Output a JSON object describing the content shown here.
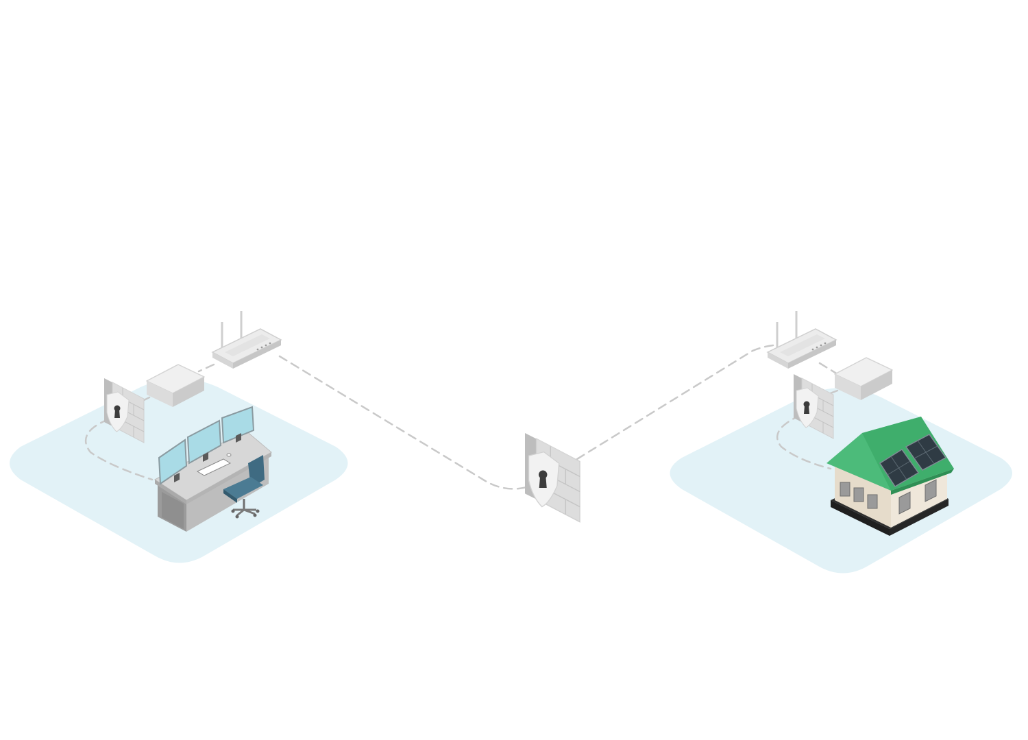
{
  "colors": {
    "background": "#ffffff",
    "platform": "#e2f2f7",
    "connection_line": "#c9c9c9",
    "device_body": "#e9e9e9",
    "device_edge": "#cfcfcf",
    "brick": "#d9d9d9",
    "shield": "#eeeeee",
    "keyhole": "#3c3c3c",
    "roof": "#4cbb7a",
    "solar_panel": "#2f3b44",
    "house_wall": "#ece4d6",
    "chair": "#3f6b82",
    "monitor_screen": "#a9dbe6",
    "desk_top": "#d5d5d5"
  },
  "sites": [
    {
      "name": "control-room",
      "devices": [
        "firewall-icon",
        "gateway-box-icon",
        "router-icon",
        "control-desk-icon"
      ]
    },
    {
      "name": "home",
      "devices": [
        "router-icon",
        "gateway-box-icon",
        "firewall-icon",
        "house-with-solar-icon"
      ]
    }
  ],
  "network": {
    "central_device": "firewall-icon",
    "link_style": "dashed"
  }
}
